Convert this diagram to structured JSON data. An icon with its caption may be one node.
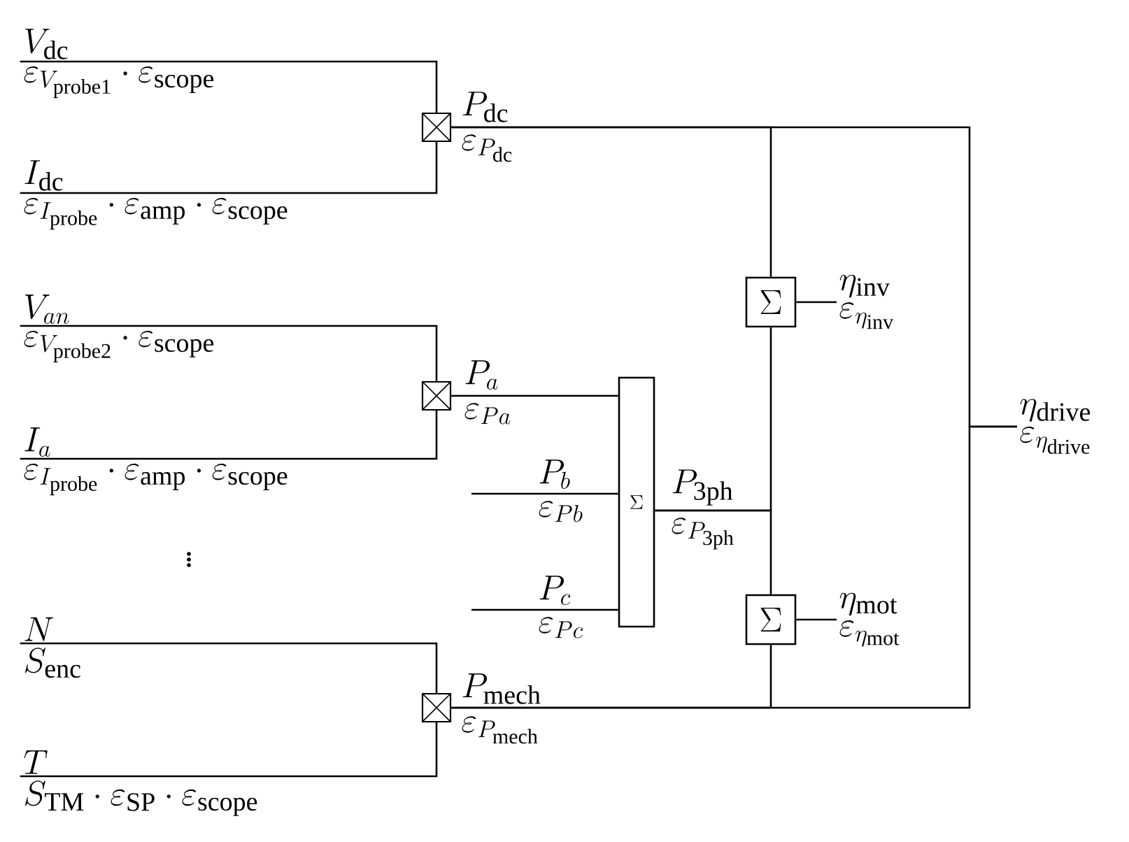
{
  "diagram": {
    "nodes": [
      {
        "text": [
          "V_{\\mathrm{dc}}",
          "\\varepsilon_{V_{\\mathrm{probe1}}}\\cdot\\varepsilon_{\\mathrm{scope}}"
        ]
      },
      {
        "text": [
          "I_{\\mathrm{dc}}",
          "\\varepsilon_{I_{\\mathrm{probe}}}\\cdot\\varepsilon_{\\mathrm{amp}}\\cdot\\varepsilon_{\\mathrm{scope}}"
        ]
      },
      {
        "text": [
          "V_{an}",
          "\\varepsilon_{V_{\\mathrm{probe2}}}\\cdot\\varepsilon_{\\mathrm{scope}}"
        ]
      },
      {
        "text": [
          "I_{a}",
          "\\varepsilon_{I_{\\mathrm{probe}}}\\cdot\\varepsilon_{\\mathrm{amp}}\\cdot\\varepsilon_{\\mathrm{scope}}"
        ]
      },
      {
        "text": [
          "N",
          "S_{\\mathrm{enc}}"
        ]
      },
      {
        "text": [
          "T",
          "S_{\\mathrm{TM}}\\cdot\\varepsilon_{\\mathrm{SP}}\\cdot\\varepsilon_{\\mathrm{scope}}"
        ]
      },
      {
        "text": [],
        "shape": "box"
      },
      {
        "text": [],
        "shape": "box"
      },
      {
        "text": [],
        "shape": "box"
      },
      {
        "text": [
          "\\Sigma"
        ]
      },
      {
        "text": [
          "\\Sigma"
        ]
      },
      {
        "text": [
          "\\Sigma"
        ]
      },
      {
        "text": [
          "\\eta_{\\mathrm{inv}}",
          "\\varepsilon_{\\eta_{\\mathrm{inv}}}"
        ]
      },
      {
        "text": [
          "\\eta_{\\mathrm{mot}}",
          "\\varepsilon_{\\eta_{\\mathrm{mot}}}"
        ]
      },
      {
        "text": [
          "\\eta_{\\mathrm{drive}}",
          "\\varepsilon_{\\eta_{\\mathrm{drive}}}"
        ]
      }
    ],
    "edges": [
      {
        "from": 0,
        "to": 6,
        "arrow": "none"
      },
      {
        "from": 1,
        "to": 6,
        "arrow": "none"
      },
      {
        "from": 2,
        "to": 7,
        "arrow": "none"
      },
      {
        "from": 3,
        "to": 7,
        "arrow": "none"
      },
      {
        "from": 4,
        "to": 8,
        "arrow": "none"
      },
      {
        "from": 5,
        "to": 8,
        "arrow": "none"
      },
      {
        "from": 7,
        "to": 9,
        "arrow": "none",
        "label": "P_{a}"
      },
      {
        "from": null,
        "to": 9,
        "arrow": "none",
        "label": "P_{b}"
      },
      {
        "from": null,
        "to": 9,
        "arrow": "none",
        "label": "P_{c}"
      },
      {
        "from": 6,
        "to": 10,
        "arrow": "none",
        "label": "P_{\\mathrm{dc}}"
      },
      {
        "from": 6,
        "to": 14,
        "arrow": "none"
      },
      {
        "from": 9,
        "to": 10,
        "arrow": "none",
        "label": "P_{\\mathrm{3ph}}"
      },
      {
        "from": 9,
        "to": 11,
        "arrow": "none"
      },
      {
        "from": 8,
        "to": 11,
        "arrow": "none",
        "label": "P_{\\mathrm{mech}}"
      },
      {
        "from": 8,
        "to": 14,
        "arrow": "none"
      },
      {
        "from": 10,
        "to": 12,
        "arrow": "none"
      },
      {
        "from": 11,
        "to": 13,
        "arrow": "none"
      }
    ],
    "labels": [
      "\\varepsilon_{P_{\\mathrm{dc}}}",
      "\\varepsilon_{Pa}",
      "\\varepsilon_{Pb}",
      "\\varepsilon_{P_{\\mathrm{3ph}}}",
      "\\vdots",
      "\\varepsilon_{Pc}",
      "\\varepsilon_{P_{\\mathrm{mech}}}"
    ]
  }
}
